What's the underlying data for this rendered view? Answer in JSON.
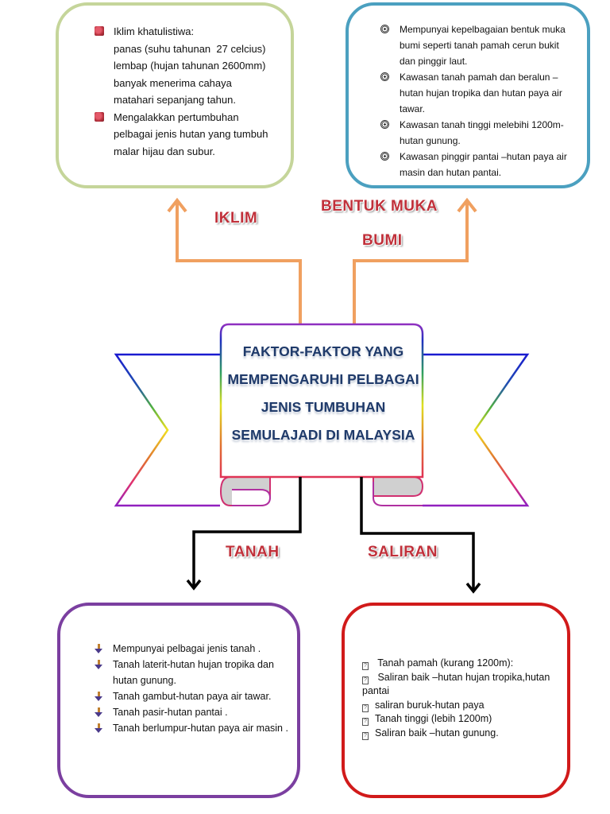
{
  "title": {
    "lines": [
      "FAKTOR-FAKTOR YANG",
      "MEMPENGARUHI PELBAGAI",
      "JENIS TUMBUHAN",
      "SEMULAJADI DI MALAYSIA"
    ]
  },
  "branches": {
    "iklim": {
      "label": "IKLIM",
      "items": [
        {
          "bullet": "flower-icon",
          "lines": [
            "Iklim khatulistiwa:",
            "panas (suhu tahunan  27 celcius)",
            "lembap (hujan tahunan 2600mm)",
            "banyak menerima cahaya",
            "matahari sepanjang tahun."
          ]
        },
        {
          "bullet": "flower-icon",
          "lines": [
            "Mengalakkan pertumbuhan",
            "pelbagai jenis hutan yang tumbuh",
            "malar hijau dan subur."
          ]
        }
      ]
    },
    "bentuk_muka_bumi": {
      "label_line1": "BENTUK MUKA",
      "label_line2": "BUMI",
      "items": [
        {
          "bullet": "target-icon",
          "text": "Mempunyai  kepelbagaian bentuk muka bumi seperti  tanah pamah cerun bukit dan pinggir laut."
        },
        {
          "bullet": "target-icon",
          "text": "Kawasan tanah pamah dan beralun – hutan hujan tropika dan hutan paya air tawar."
        },
        {
          "bullet": "target-icon",
          "text": "Kawasan tanah tinggi melebihi 1200m- hutan gunung."
        },
        {
          "bullet": "target-icon",
          "text": "Kawasan pinggir pantai –hutan paya air masin dan hutan pantai."
        }
      ]
    },
    "tanah": {
      "label": "TANAH",
      "items": [
        {
          "bullet": "arrow-down-icon",
          "text": "Mempunyai pelbagai jenis tanah ."
        },
        {
          "bullet": "arrow-down-icon",
          "text": "Tanah laterit-hutan hujan tropika dan hutan gunung."
        },
        {
          "bullet": "arrow-down-icon",
          "text": "Tanah gambut-hutan paya air tawar."
        },
        {
          "bullet": "arrow-down-icon",
          "text": "Tanah pasir-hutan pantai ."
        },
        {
          "bullet": "arrow-down-icon",
          "text": "Tanah berlumpur-hutan paya air masin ."
        }
      ]
    },
    "saliran": {
      "label": "SALIRAN",
      "bullet_glyph": "?",
      "items": [
        {
          "text": " Tanah pamah (kurang 1200m):"
        },
        {
          "text": " Saliran baik –hutan hujan tropika,hutan pantai"
        },
        {
          "text": "saliran buruk-hutan paya"
        },
        {
          "text": "Tanah tinggi (lebih 1200m)"
        },
        {
          "text": "Saliran baik –hutan gunung."
        }
      ]
    }
  },
  "colors": {
    "iklim_border": "#c5d59a",
    "bumi_border": "#4ba0c0",
    "tanah_border": "#7b3fa0",
    "saliran_border": "#d11a1a",
    "upper_arrow": "#f0a060",
    "lower_arrow": "#000000",
    "label_red": "#c0303a",
    "title_blue": "#1f3a6a"
  }
}
